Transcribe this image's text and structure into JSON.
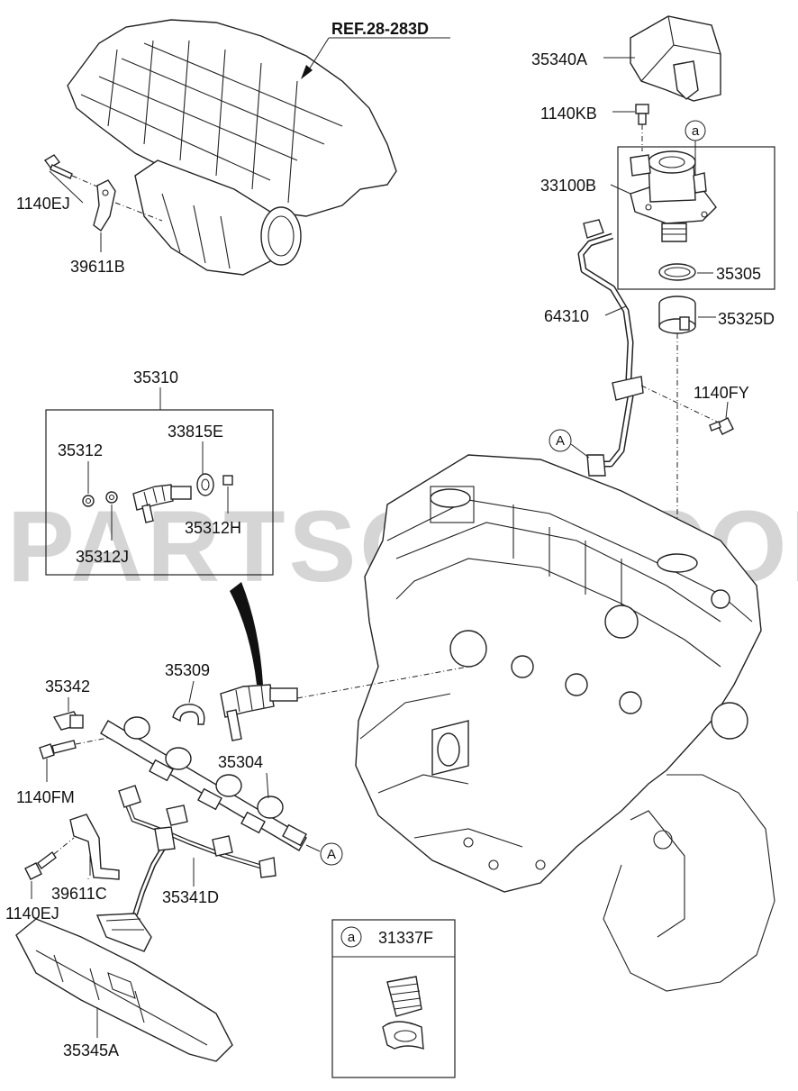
{
  "reference": "REF.28-283D",
  "watermark": "PARTSOUQ.COM",
  "parts": {
    "p35340A": "35340A",
    "p1140KB": "1140KB",
    "p33100B": "33100B",
    "p35305": "35305",
    "p64310": "64310",
    "p35325D": "35325D",
    "p1140FY": "1140FY",
    "p1140EJ_top": "1140EJ",
    "p39611B": "39611B",
    "p35310": "35310",
    "p35312": "35312",
    "p33815E": "33815E",
    "p35312H": "35312H",
    "p35312J": "35312J",
    "p35342": "35342",
    "p35309": "35309",
    "p1140FM": "1140FM",
    "p35304": "35304",
    "p39611C": "39611C",
    "p35341D": "35341D",
    "p1140EJ_bottom": "1140EJ",
    "p35345A": "35345A",
    "p31337F": "31337F"
  },
  "callouts": {
    "a_top": "a",
    "A_pipe": "A",
    "A_rail": "A",
    "a_legend": "a"
  }
}
